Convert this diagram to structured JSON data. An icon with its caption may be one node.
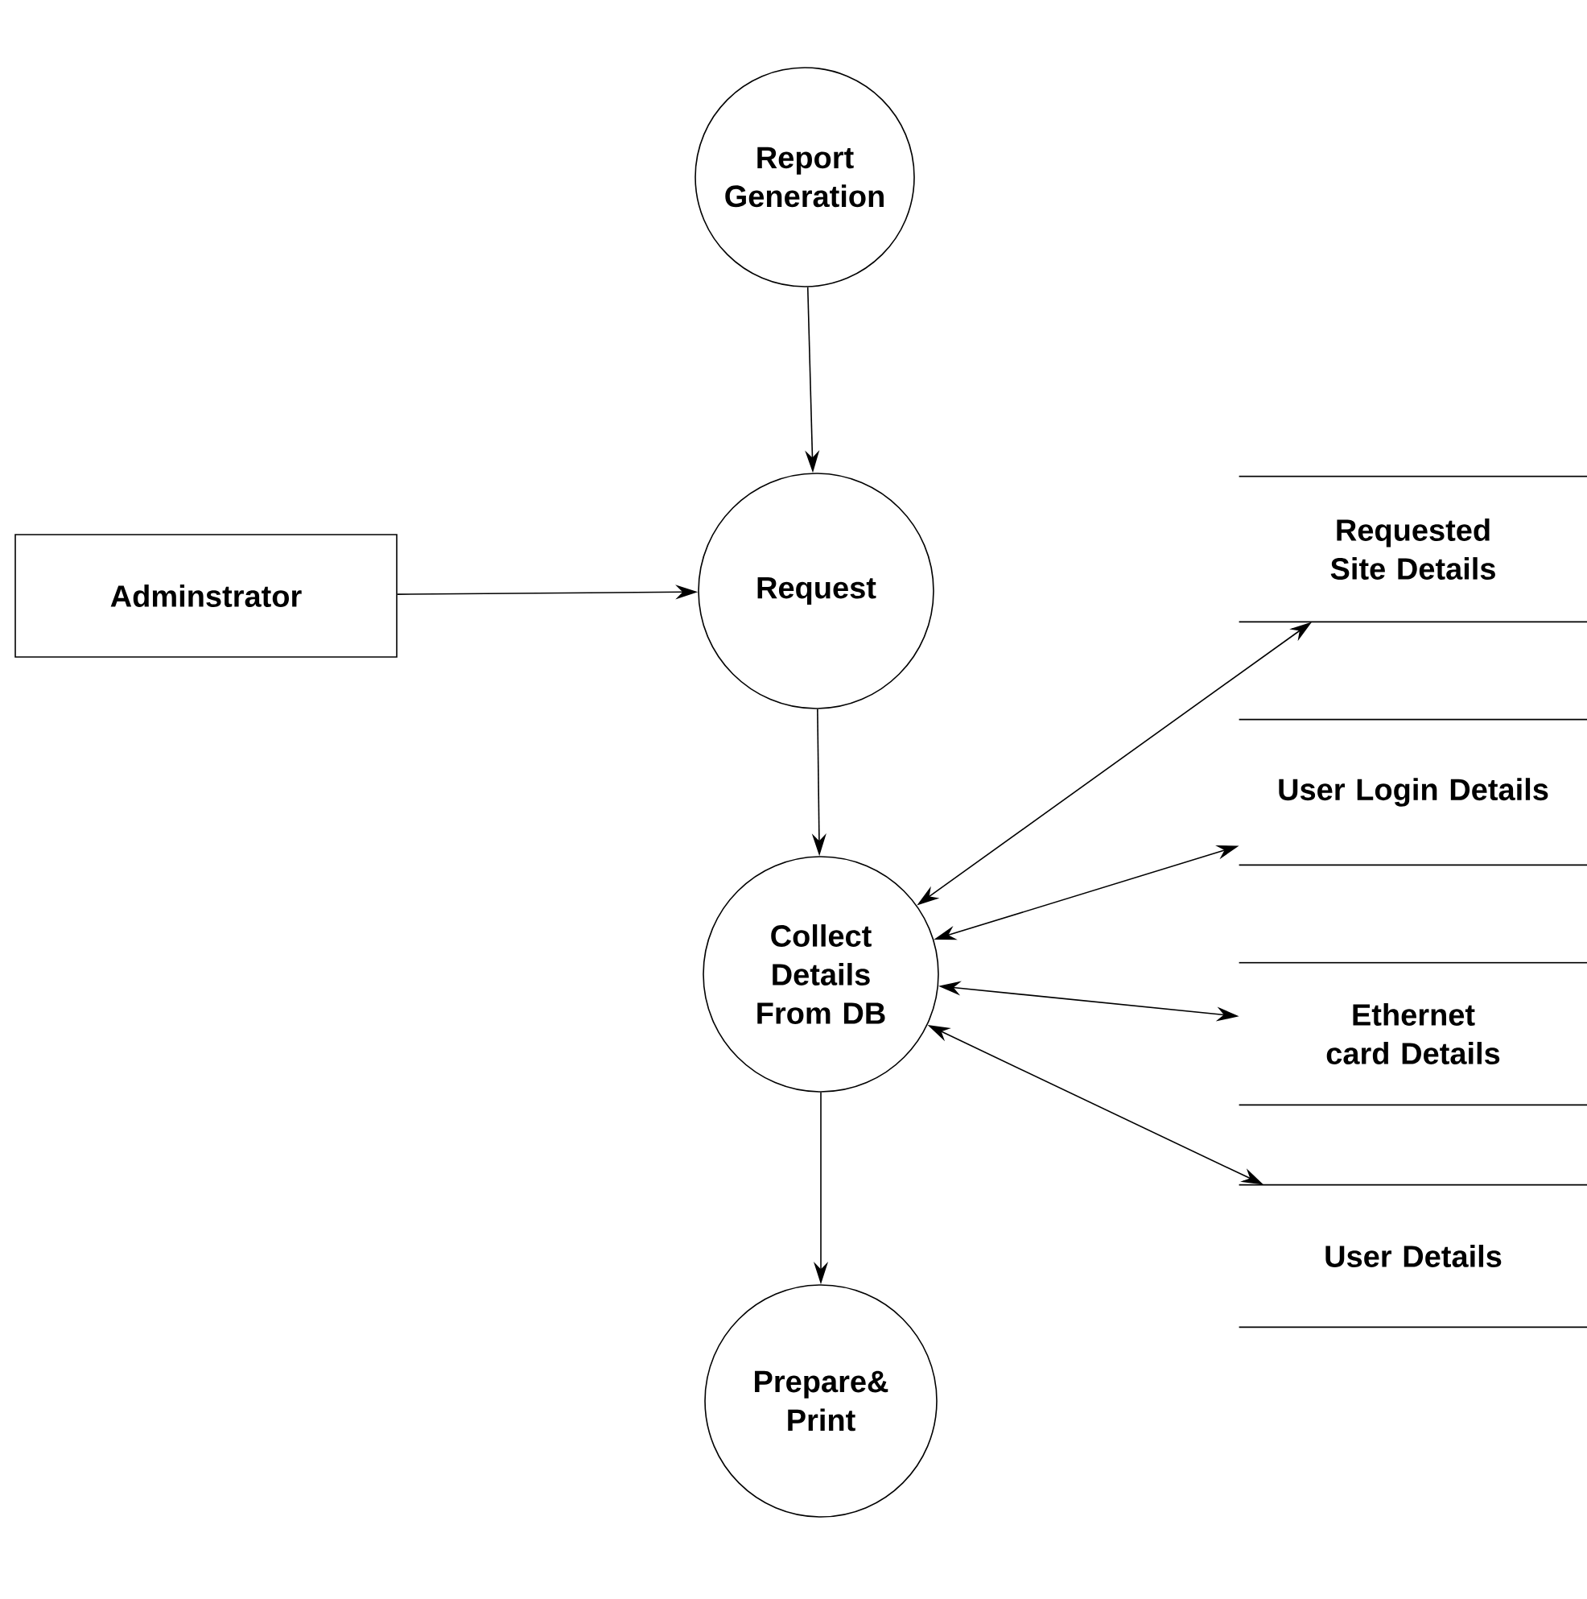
{
  "diagram": {
    "nodes": [
      {
        "text": [
          "Report Generation"
        ]
      },
      {
        "text": [
          "Adminstrator"
        ]
      },
      {
        "text": [
          "Request"
        ]
      },
      {
        "text": [
          "Collect Details From DB"
        ]
      },
      {
        "text": [
          "Prepare& Print"
        ]
      },
      {
        "text": [
          "Requested Site Details"
        ]
      },
      {
        "text": [
          "User Login Details"
        ]
      },
      {
        "text": [
          "Ethernet card Details"
        ]
      },
      {
        "text": [
          "User Details"
        ]
      }
    ],
    "edges": [
      {
        "from": 0,
        "to": 2,
        "arrow": "to"
      },
      {
        "from": 1,
        "to": 2,
        "arrow": "to"
      },
      {
        "from": 2,
        "to": 3,
        "arrow": "to"
      },
      {
        "from": 3,
        "to": 4,
        "arrow": "to"
      },
      {
        "from": 3,
        "to": 5,
        "arrow": "both"
      },
      {
        "from": 3,
        "to": 6,
        "arrow": "both"
      },
      {
        "from": 3,
        "to": 7,
        "arrow": "both"
      },
      {
        "from": 3,
        "to": 8,
        "arrow": "both"
      }
    ]
  }
}
